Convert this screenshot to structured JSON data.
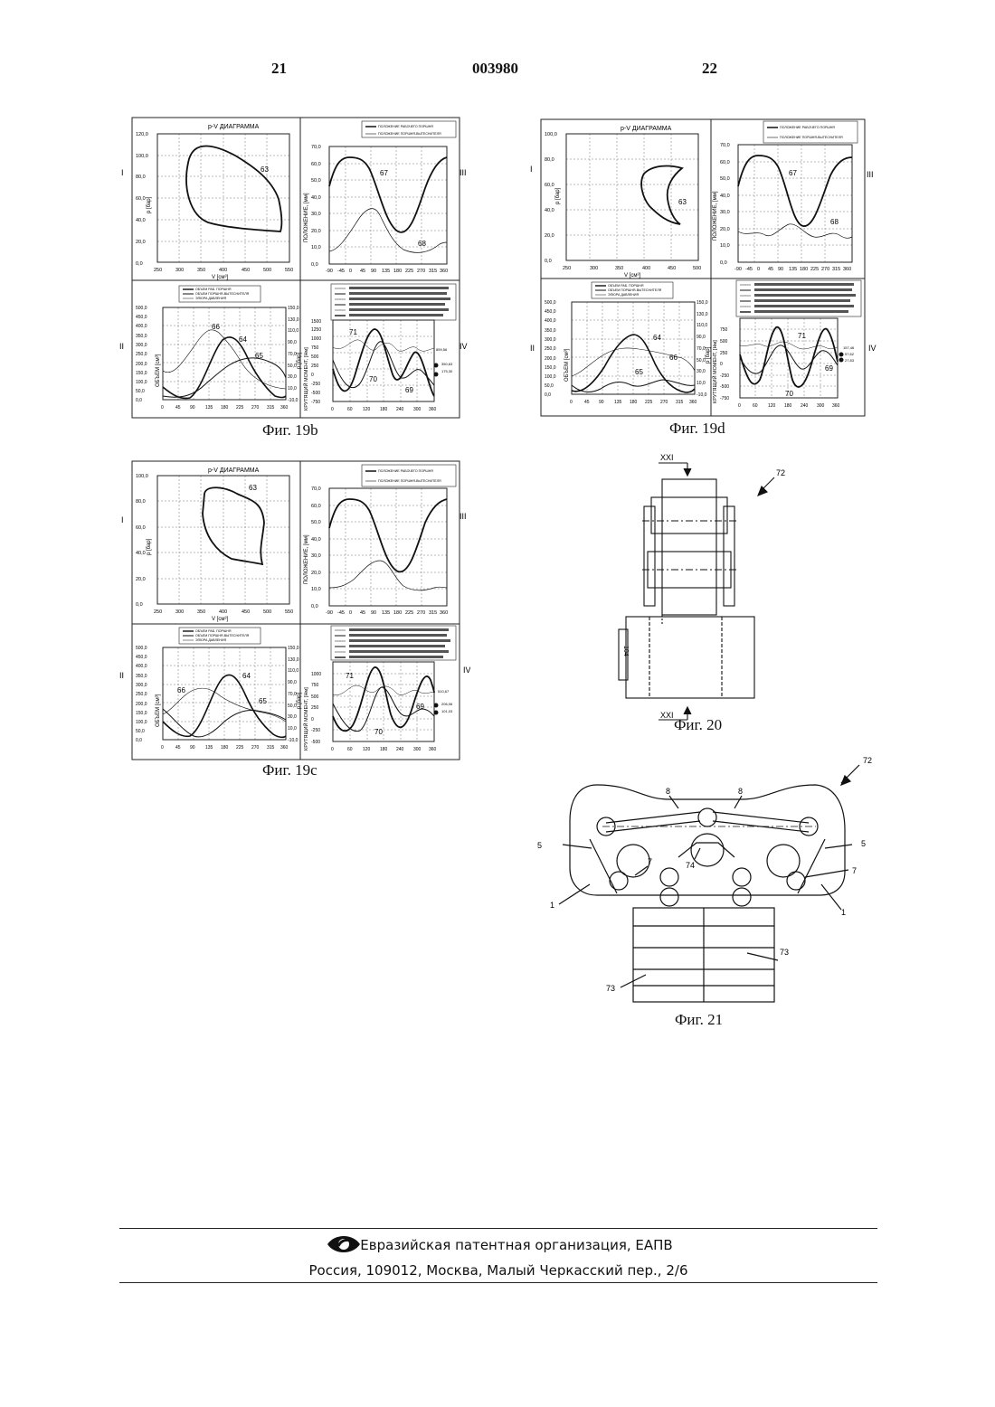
{
  "header": {
    "page_left": "21",
    "doc_number": "003980",
    "page_right": "22"
  },
  "captions": {
    "fig19b": "Фиг. 19b",
    "fig19c": "Фиг. 19c",
    "fig19d": "Фиг. 19d",
    "fig20": "Фиг. 20",
    "fig21": "Фиг. 21"
  },
  "panel_labels": {
    "I": "I",
    "II": "II",
    "III": "III",
    "IV": "IV"
  },
  "pv": {
    "title": "p-V ДИАГРАММА",
    "xlabel": "V [см³]",
    "ylabel": "p [бар]",
    "xticks": [
      "250",
      "300",
      "350",
      "400",
      "450",
      "500",
      "550"
    ],
    "yticks_19b": [
      "0,0",
      "20,0",
      "40,0",
      "60,0",
      "80,0",
      "100,0",
      "120,0"
    ],
    "yticks_19c": [
      "0,0",
      "20,0",
      "40,0",
      "60,0",
      "80,0",
      "100,0"
    ],
    "yticks_19d": [
      "0,0",
      "20,0",
      "40,0",
      "60,0",
      "80,0",
      "100,0"
    ]
  },
  "pos": {
    "legend": [
      "ПОЛОЖЕНИЕ РАБОЧЕГО ПОРШНЯ",
      "ПОЛОЖЕНИЕ ПОРШНЯ-ВЫТЕСНИТЕЛЯ"
    ],
    "ylabel": "ПОЛОЖЕНИЕ, [мм]",
    "xticks": [
      "-90",
      "-45",
      "0",
      "45",
      "90",
      "135",
      "180",
      "225",
      "270",
      "315",
      "360"
    ],
    "yticks": [
      "0,0",
      "10,0",
      "20,0",
      "30,0",
      "40,0",
      "50,0",
      "60,0",
      "70,0"
    ]
  },
  "vol": {
    "legend": [
      "ОБЪЕМ РАБ. ПОРШНЯ",
      "ОБЪЕМ ПОРШНЯ-ВЫТЕСНИТЕЛЯ",
      "ЭПЮРА ДАВЛЕНИЯ"
    ],
    "ylabel": "ОБЪЕМ [см³]",
    "ylabel2": "p [бар]",
    "xticks": [
      "0",
      "45",
      "90",
      "135",
      "180",
      "225",
      "270",
      "315",
      "360"
    ],
    "yticks": [
      "0,0",
      "50,0",
      "100,0",
      "150,0",
      "200,0",
      "250,0",
      "300,0",
      "350,0",
      "400,0",
      "450,0",
      "500,0"
    ],
    "yticks2": [
      "-10,0",
      "10,0",
      "30,0",
      "50,0",
      "70,0",
      "90,0",
      "110,0",
      "130,0",
      "150,0"
    ]
  },
  "torque": {
    "ylabel": "КРУТЯЩИЙ МОМЕНТ, [Нм]",
    "xticks": [
      "0",
      "60",
      "120",
      "180",
      "240",
      "300",
      "360"
    ],
    "yticks_19b": [
      "-750",
      "-500",
      "-250",
      "0",
      "250",
      "500",
      "750",
      "1000",
      "1250",
      "1500"
    ],
    "yticks_19c": [
      "-500",
      "-250",
      "0",
      "250",
      "500",
      "750",
      "1000"
    ],
    "yticks_19d": [
      "-750",
      "-500",
      "-250",
      "0",
      "250",
      "500",
      "750"
    ],
    "values_19b": [
      "859,56",
      "350,63",
      "175,30"
    ],
    "values_19c": [
      "510,67",
      "206,06",
      "101,03"
    ],
    "values_19d": [
      "157,46",
      "57,62",
      "27,83"
    ]
  },
  "refs": {
    "pv": "63",
    "pos_work": "67",
    "pos_disp": "68",
    "vol_work": "64",
    "vol_disp": "65",
    "pressure": "66",
    "t_a": "69",
    "t_b": "70",
    "t_c": "71",
    "fig20_assembly": "72",
    "fig20_section": "XXI",
    "fig21_assembly": "72",
    "r8": "8",
    "r5": "5",
    "r7": "7",
    "r1": "1",
    "r74": "74",
    "r73": "73",
    "r104": "104"
  },
  "footer": {
    "org": "Евразийская патентная организация, ЕАПВ",
    "address": "Россия, 109012, Москва, Малый Черкасский пер., 2/6"
  }
}
